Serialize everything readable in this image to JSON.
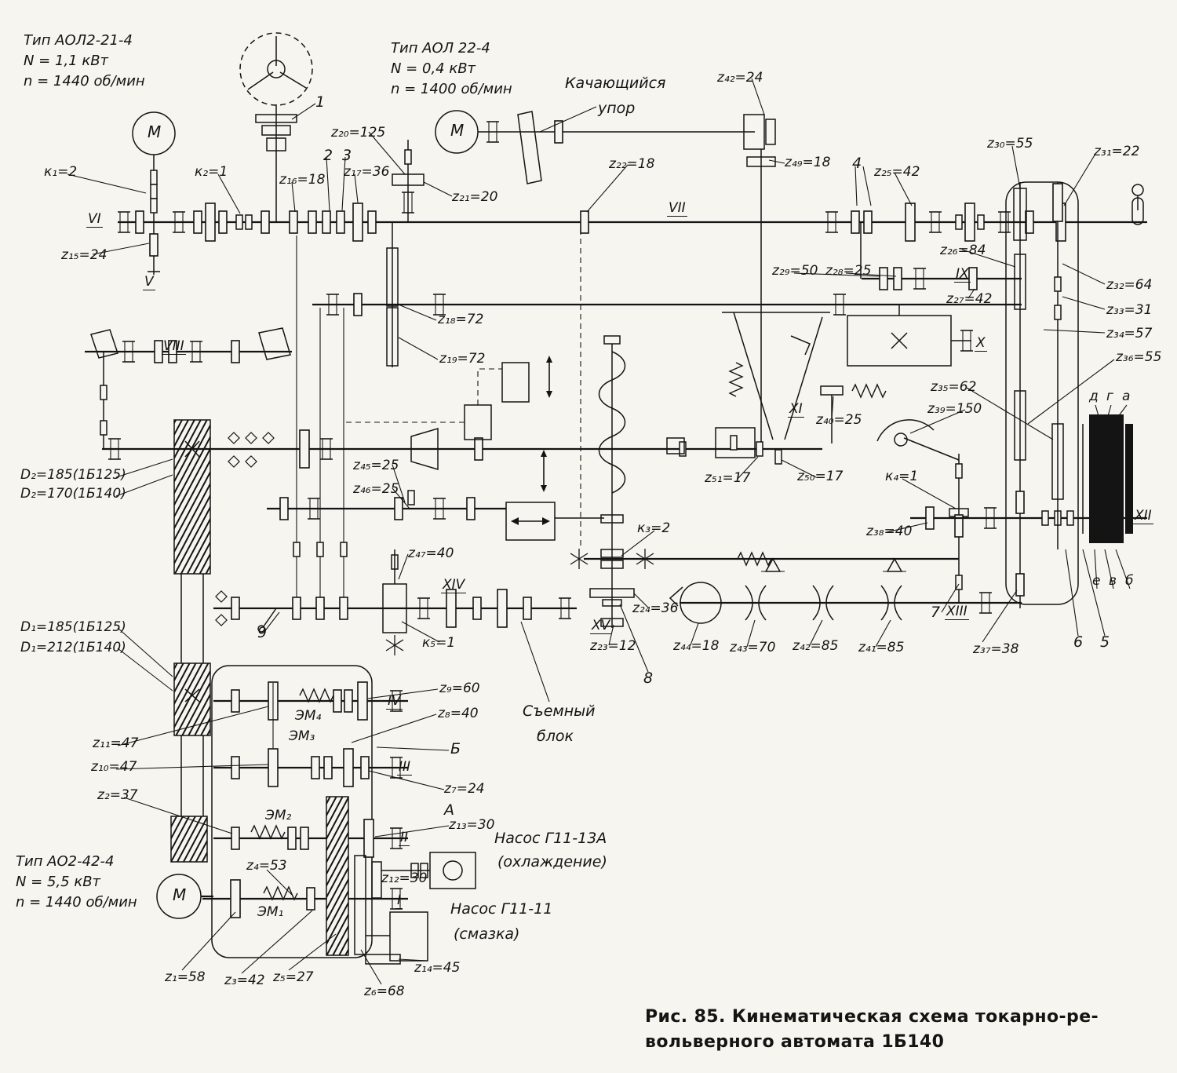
{
  "caption": {
    "figure_line1": "Рис. 85. Кинематическая схема токарно-ре-",
    "figure_line2": "вольверного автомата 1Б140"
  },
  "motors": {
    "m1": {
      "type": "Тип АОЛ2-21-4",
      "power": "N = 1,1 кВт",
      "speed": "n = 1440 об/мин",
      "symbol": "М"
    },
    "m2": {
      "type": "Тип АОЛ 22-4",
      "power": "N = 0,4 кВт",
      "speed": "n = 1400 об/мин",
      "symbol": "М"
    },
    "m3": {
      "type": "Тип АО2-42-4",
      "power": "N = 5,5 кВт",
      "speed": "n = 1440 об/мин",
      "symbol": "М"
    }
  },
  "shafts": {
    "s1": "I",
    "s2": "II",
    "s3": "III",
    "s4": "IV",
    "s5": "V",
    "s6": "VI",
    "s7": "VII",
    "s8": "VIII",
    "s9": "IX",
    "s10": "X",
    "s11": "XI",
    "s12": "XII",
    "s13": "XIII",
    "s14": "XIV",
    "s15": "XV"
  },
  "gears": {
    "z1": "z₁=58",
    "z2": "z₂=37",
    "z3": "z₃=42",
    "z4": "z₄=53",
    "z5": "z₅=27",
    "z6": "z₆=68",
    "z7": "z₇=24",
    "z8": "z₈=40",
    "z9": "z₉=60",
    "z10": "z₁₀=47",
    "z11": "z₁₁=47",
    "z12": "z₁₂=30",
    "z13": "z₁₃=30",
    "z14": "z₁₄=45",
    "z15": "z₁₅=24",
    "z16": "z₁₆=18",
    "z17": "z₁₇=36",
    "z18": "z₁₈=72",
    "z19": "z₁₉=72",
    "z20": "z₂₀=125",
    "z21": "z₂₁=20",
    "z22": "z₂₂=18",
    "z23": "z₂₃=12",
    "z24": "z₂₄=36",
    "z25": "z₂₅=42",
    "z26": "z₂₆=84",
    "z27": "z₂₇=42",
    "z28": "z₂₈=25",
    "z29": "z₂₉=50",
    "z30": "z₃₀=55",
    "z31": "z₃₁=22",
    "z32": "z₃₂=64",
    "z33": "z₃₃=31",
    "z34": "z₃₄=57",
    "z35": "z₃₅=62",
    "z36": "z₃₆=55",
    "z37": "z₃₇=38",
    "z38": "z₃₈=40",
    "z39": "z₃₉=150",
    "z40": "z₄₀=25",
    "z41": "z₄₁=85",
    "z42": "z₄₂=85",
    "z42_top": "z₄₂=24",
    "z43": "z₄₃=70",
    "z44": "z₄₄=18",
    "z45": "z₄₅=25",
    "z46": "z₄₆=25",
    "z47": "z₄₇=40",
    "z49": "z₄₉=18",
    "z50": "z₅₀=17",
    "z51": "z₅₁=17"
  },
  "clutches": {
    "k1": "к₁=2",
    "k2": "к₂=1",
    "k3": "к₃=2",
    "k4": "к₄=1",
    "k5": "к₅=1"
  },
  "electromagnets": {
    "em1": "ЭМ₁",
    "em2": "ЭМ₂",
    "em3": "ЭМ₃",
    "em4": "ЭМ₄"
  },
  "pulleys": {
    "d1a": "D₁=185(1Б125)",
    "d1b": "D₁=212(1Б140)",
    "d2a": "D₂=185(1Б125)",
    "d2b": "D₂=170(1Б140)"
  },
  "callouts": {
    "n1": "1",
    "n2": "2",
    "n3": "3",
    "n4": "4",
    "n5": "5",
    "n6": "6",
    "n7": "7",
    "n8": "8",
    "n9": "9",
    "la": "А",
    "lb": "Б",
    "ld": "д",
    "lg": "г",
    "lo": "а",
    "le": "е",
    "lv": "в",
    "lb2": "б"
  },
  "notes": {
    "rocking_stop_1": "Качающийся",
    "rocking_stop_2": "упор",
    "removable_block_1": "Съемный",
    "removable_block_2": "блок",
    "pump_cool_1": "Насос Г11-13А",
    "pump_cool_2": "(охлаждение)",
    "pump_lube_1": "Насос Г11-11",
    "pump_lube_2": "(смазка)"
  }
}
